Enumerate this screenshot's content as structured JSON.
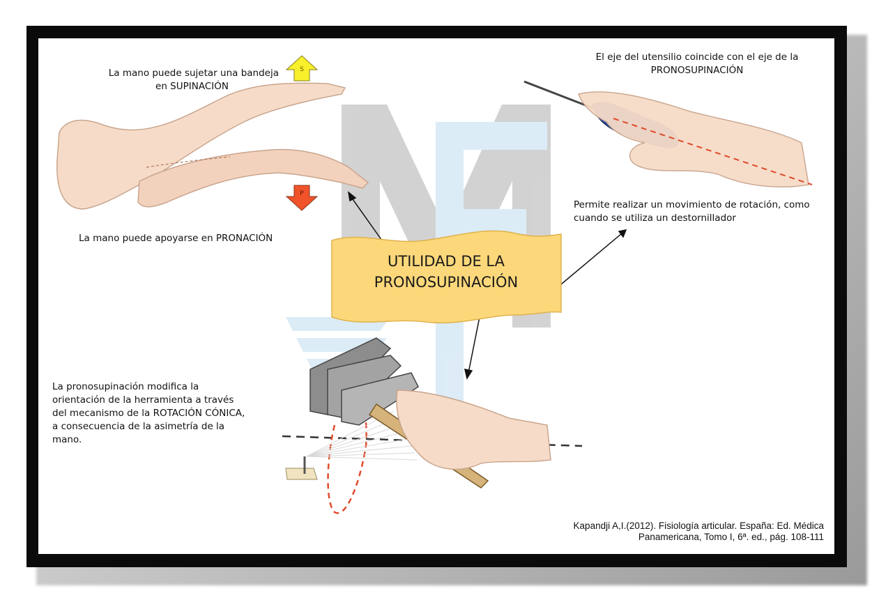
{
  "texts": {
    "supination_line1": "La mano puede sujetar una bandeja",
    "supination_line2": "en SUPINACIÓN",
    "pronation": "La mano puede apoyarse en PRONACIÓN",
    "axis_line1": "El eje del utensilio coincide con el eje de la",
    "axis_line2": "PRONOSUPINACIÓN",
    "rotation_line1": "Permite realizar un movimiento de rotación, como",
    "rotation_line2": "cuando se utiliza un destornillador",
    "conical_line1": "La pronosupinación modifica la",
    "conical_line2": "orientación de la herramienta a través",
    "conical_line3": "del mecanismo de la ROTACIÓN CÓNICA,",
    "conical_line4": "a consecuencia de la asimetría de la",
    "conical_line5": "mano.",
    "banner_line1": "UTILIDAD DE LA",
    "banner_line2": "PRONOSUPINACIÓN",
    "citation_line1": "Kapandji A,I.(2012). Fisiología articular. España: Ed. Médica",
    "citation_line2": "Panamericana, Tomo I, 6ª. ed., pág. 108-111",
    "arrow_up_letter": "S",
    "arrow_down_letter": "P"
  },
  "colors": {
    "banner_fill": "#fdd87a",
    "arrow_up": "#f7f02a",
    "arrow_down": "#f0532a",
    "watermark_gray": "#c9c9c9",
    "watermark_blue": "#cfe4f2",
    "skin": "#f6dcc8",
    "dash_red": "#e04a2a"
  },
  "icons": {
    "supination_arm": "arm-supination-illustration",
    "pronation_arm": "arm-pronation-illustration",
    "screwdriver_hand": "hand-screwdriver-illustration",
    "hammer_hand": "hand-hammer-illustration",
    "watermark": "mf-logo-watermark"
  }
}
